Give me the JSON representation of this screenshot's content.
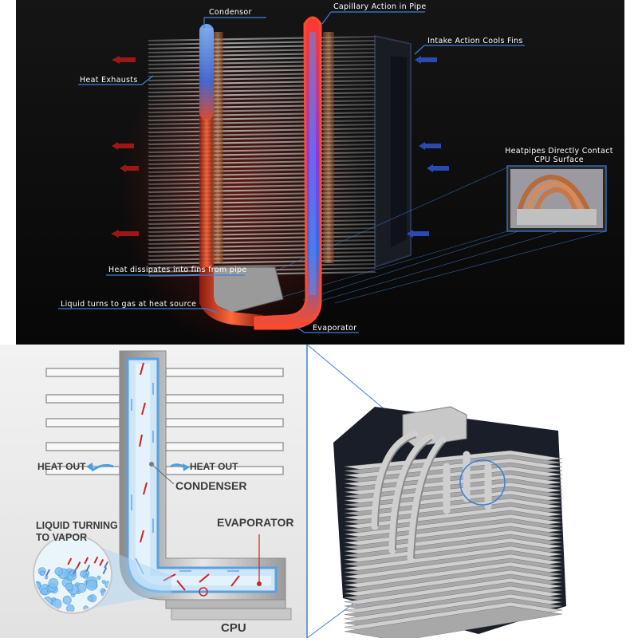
{
  "top_panel": {
    "labels": {
      "condensor": "Condensor",
      "capillary": "Capillary Action in Pipe",
      "intake": "Intake Action Cools Fins",
      "heat_exhausts": "Heat Exhausts",
      "contact_line1": "Heatpipes Directly Contact",
      "contact_line2": "CPU Surface",
      "dissipates": "Heat dissipates into fins from pipe",
      "liquid_gas": "Liquid turns to gas at heat source",
      "evaporator": "Evaporator"
    }
  },
  "bottom_left": {
    "heat_out_left": "HEAT OUT",
    "heat_out_right": "HEAT OUT",
    "condenser": "CONDENSER",
    "evaporator": "EVAPORATOR",
    "liquid_line1": "LIQUID TURNING",
    "liquid_line2": "TO VAPOR",
    "cpu": "CPU"
  },
  "colors": {
    "top_background": "#0c0c0c",
    "label_underline": "#3d7fd8",
    "hot_pipe": "#e0402a",
    "cold_pipe": "#4a8ff0",
    "copper": "#c87848",
    "vapor_red": "#d42020",
    "liquid_blue": "#6cb4f0"
  }
}
